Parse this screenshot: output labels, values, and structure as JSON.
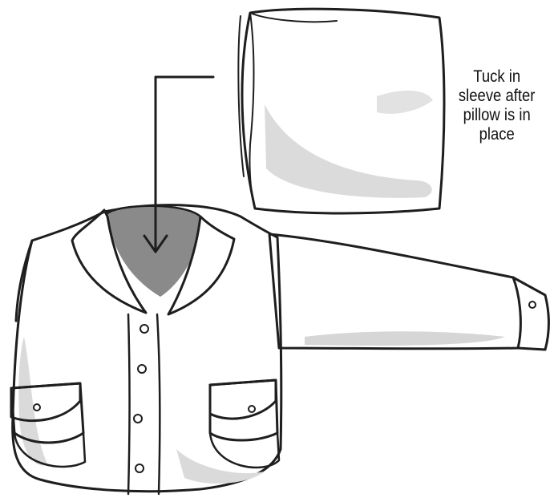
{
  "illustration": {
    "pillow": "pillow",
    "shirt": "shirt",
    "arrow": "arrow-down"
  },
  "caption": {
    "lines": [
      "Tuck in",
      "sleeve after",
      "pillow is in",
      "place"
    ]
  },
  "colors": {
    "ink": "#1e1e1e",
    "shadow_light": "#d2d2d2",
    "shadow_dark": "#8a8a8a",
    "background": "#ffffff"
  }
}
